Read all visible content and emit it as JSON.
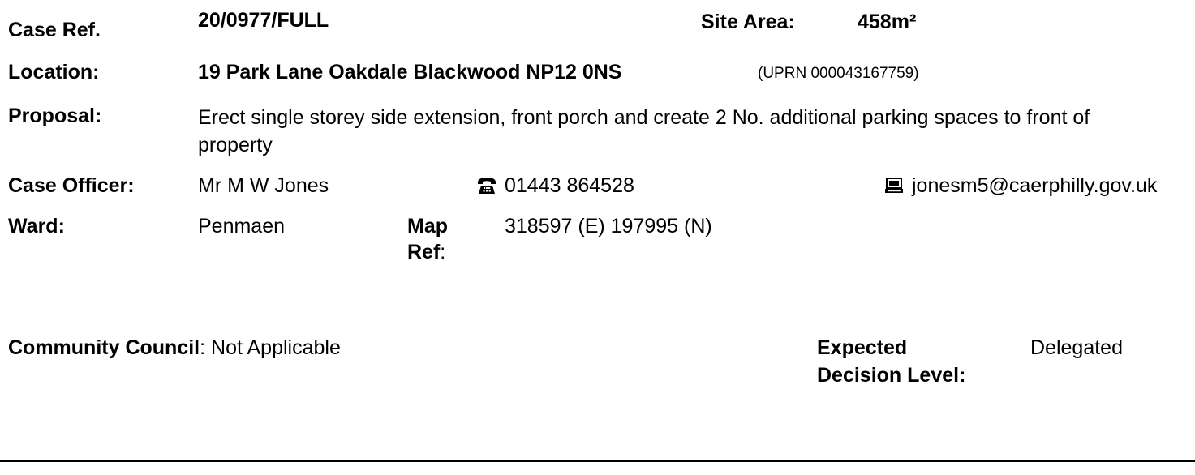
{
  "case": {
    "ref_label": "Case Ref.",
    "ref_value": "20/0977/FULL",
    "site_area_label": "Site Area:",
    "site_area_value": "458m²"
  },
  "location": {
    "label": "Location:",
    "address": "19 Park Lane Oakdale Blackwood NP12 0NS",
    "uprn": "(UPRN 000043167759)"
  },
  "proposal": {
    "label": "Proposal:",
    "text": "Erect single storey side extension, front porch and create 2 No. additional parking spaces to front of property"
  },
  "officer": {
    "label": "Case Officer:",
    "name": "Mr M W Jones",
    "phone_icon": "telephone-icon",
    "phone": "01443 864528",
    "email_icon": "computer-icon",
    "email": "jonesm5@caerphilly.gov.uk"
  },
  "ward": {
    "label": "Ward:",
    "value": "Penmaen",
    "map_ref_label_1": "Map",
    "map_ref_label_2": "Ref",
    "map_ref_colon": ":",
    "map_ref_value": "318597 (E) 197995 (N)"
  },
  "community": {
    "label": "Community Council",
    "colon": ":",
    "value": "Not Applicable"
  },
  "decision": {
    "label_1": "Expected",
    "label_2": "Decision Level:",
    "value": "Delegated"
  }
}
